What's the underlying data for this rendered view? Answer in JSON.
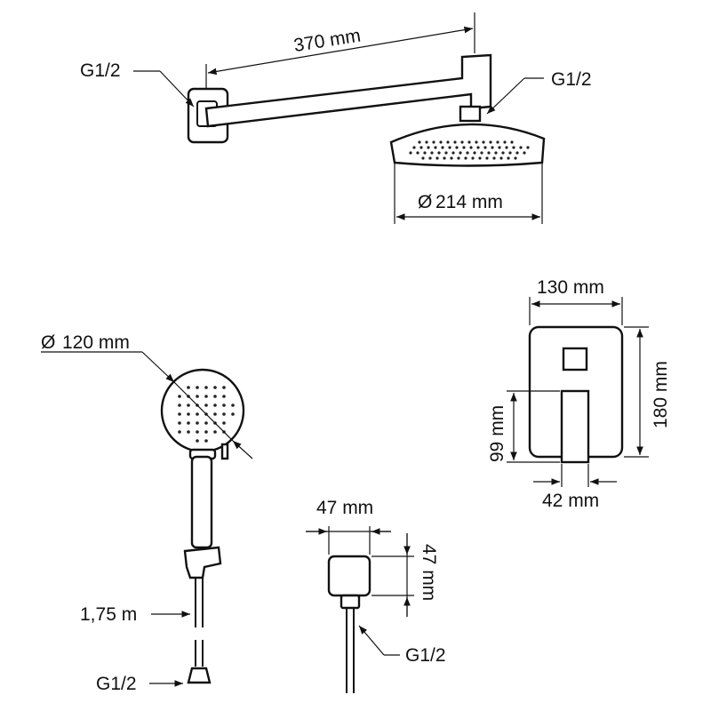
{
  "labels": {
    "arm_length": "370 mm",
    "wall_connection_thread": "G1/2",
    "head_connection_thread": "G1/2",
    "rain_head_diameter": "214 mm",
    "hand_shower_diameter": "120 mm",
    "mixer_width": "130 mm",
    "mixer_height": "180 mm",
    "lever_height": "99 mm",
    "lever_width": "42 mm",
    "outlet_width": "47 mm",
    "outlet_height": "47 mm",
    "outlet_thread": "G1/2",
    "hose_length": "1,75 m",
    "hose_thread": "G1/2"
  },
  "symbols": {
    "diameter": "Ø"
  },
  "colors": {
    "line": "#111111",
    "background": "#ffffff"
  }
}
